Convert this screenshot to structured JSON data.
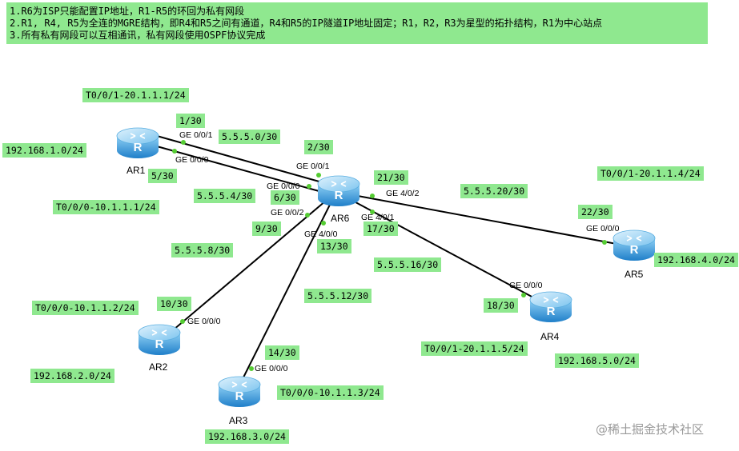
{
  "notes": [
    "1.R6为ISP只能配置IP地址，R1-R5的环回为私有网段",
    "2.R1, R4, R5为全连的MGRE结构，即R4和R5之间有通道，R4和R5的IP隧道IP地址固定；R1，R2，R3为星型的拓扑结构，R1为中心站点",
    "3.所有私有网段可以互相通讯，私有网段使用OSPF协议完成"
  ],
  "routers": {
    "ar1": "AR1",
    "ar2": "AR2",
    "ar3": "AR3",
    "ar4": "AR4",
    "ar5": "AR5",
    "ar6": "AR6"
  },
  "labels": {
    "t_ar1": "T0/0/1-20.1.1.1/24",
    "lan_ar1": "192.168.1.0/24",
    "t0_ar1": "T0/0/0-10.1.1.1/24",
    "ip_1_30": "1/30",
    "net_5_5_5_0": "5.5.5.0/30",
    "ip_2_30": "2/30",
    "ip_5_30": "5/30",
    "net_5_5_5_4": "5.5.5.4/30",
    "ip_6_30": "6/30",
    "ip_21_30": "21/30",
    "net_5_5_5_20": "5.5.5.20/30",
    "t_ar5": "T0/0/1-20.1.1.4/24",
    "ip_22_30": "22/30",
    "lan_ar5": "192.168.4.0/24",
    "ip_9_30": "9/30",
    "ip_17_30": "17/30",
    "ip_13_30": "13/30",
    "net_5_5_5_8": "5.5.5.8/30",
    "net_5_5_5_16": "5.5.5.16/30",
    "net_5_5_5_12": "5.5.5.12/30",
    "t0_ar2": "T0/0/0-10.1.1.2/24",
    "ip_10_30": "10/30",
    "ip_18_30": "18/30",
    "t_ar4": "T0/0/1-20.1.1.5/24",
    "lan_ar4": "192.168.5.0/24",
    "lan_ar2": "192.168.2.0/24",
    "ip_14_30": "14/30",
    "t0_ar3": "T0/0/0-10.1.1.3/24",
    "lan_ar3": "192.168.3.0/24"
  },
  "ports": {
    "ar1_ge001": "GE 0/0/1",
    "ar1_ge000": "GE 0/0/0",
    "ar6_ge001": "GE 0/0/1",
    "ar6_ge000": "GE 0/0/0",
    "ar6_ge002": "GE 0/0/2",
    "ar6_ge402": "GE 4/0/2",
    "ar6_ge401": "GE 4/0/1",
    "ar6_ge400": "GE 4/0/0",
    "ar5_ge000": "GE 0/0/0",
    "ar4_ge000": "GE 0/0/0",
    "ar2_ge000": "GE 0/0/0",
    "ar3_ge000": "GE 0/0/0"
  },
  "watermark": "@稀土掘金技术社区",
  "colors": {
    "label_bg": "#8fe88f",
    "link_line": "#000000",
    "port_dot": "#55cc33",
    "router_body": "#3a9ee0"
  }
}
